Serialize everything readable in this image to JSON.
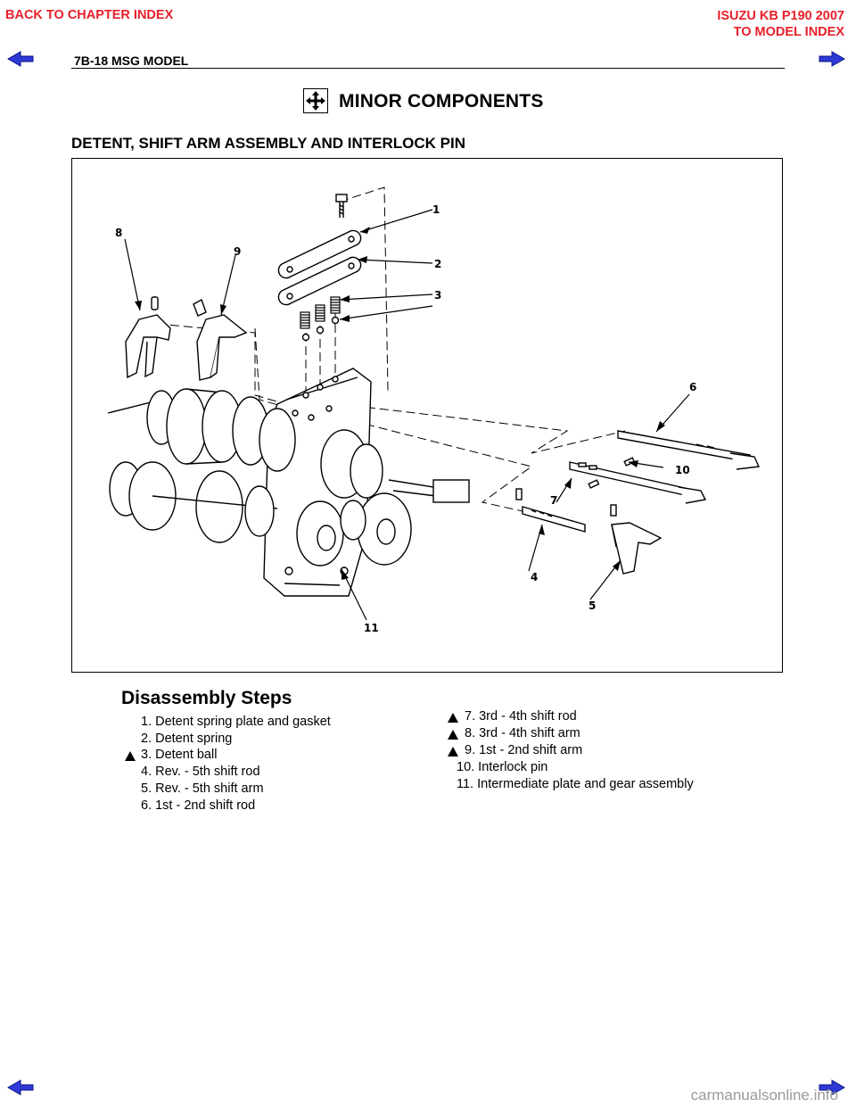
{
  "nav": {
    "back_to_chapter": "BACK TO CHAPTER INDEX",
    "model_title": "ISUZU KB P190 2007",
    "to_model_index": "TO MODEL INDEX",
    "arrow_color": "#2f3ad6",
    "link_color": "#e8202a"
  },
  "header": {
    "page_label": "7B-18  MSG MODEL"
  },
  "section": {
    "title": "MINOR COMPONENTS",
    "icon": "move-arrows-icon"
  },
  "subsection": {
    "title": "DETENT, SHIFT ARM ASSEMBLY AND INTERLOCK PIN"
  },
  "figure": {
    "callouts": [
      "1",
      "2",
      "3",
      "4",
      "5",
      "6",
      "7",
      "8",
      "9",
      "10",
      "11"
    ]
  },
  "disassembly": {
    "title": "Disassembly Steps",
    "left_steps": [
      "1. Detent spring plate and gasket",
      "2. Detent spring",
      "3. Detent ball",
      "4. Rev. - 5th shift rod",
      "5. Rev. - 5th shift arm",
      "6. 1st - 2nd shift rod"
    ],
    "right_steps": [
      "7. 3rd - 4th shift rod",
      "8. 3rd - 4th shift arm",
      "9. 1st - 2nd shift arm",
      "10. Interlock pin",
      "11. Intermediate plate and gear assembly"
    ]
  },
  "footer": {
    "watermark": "carmanualsonline.info"
  }
}
